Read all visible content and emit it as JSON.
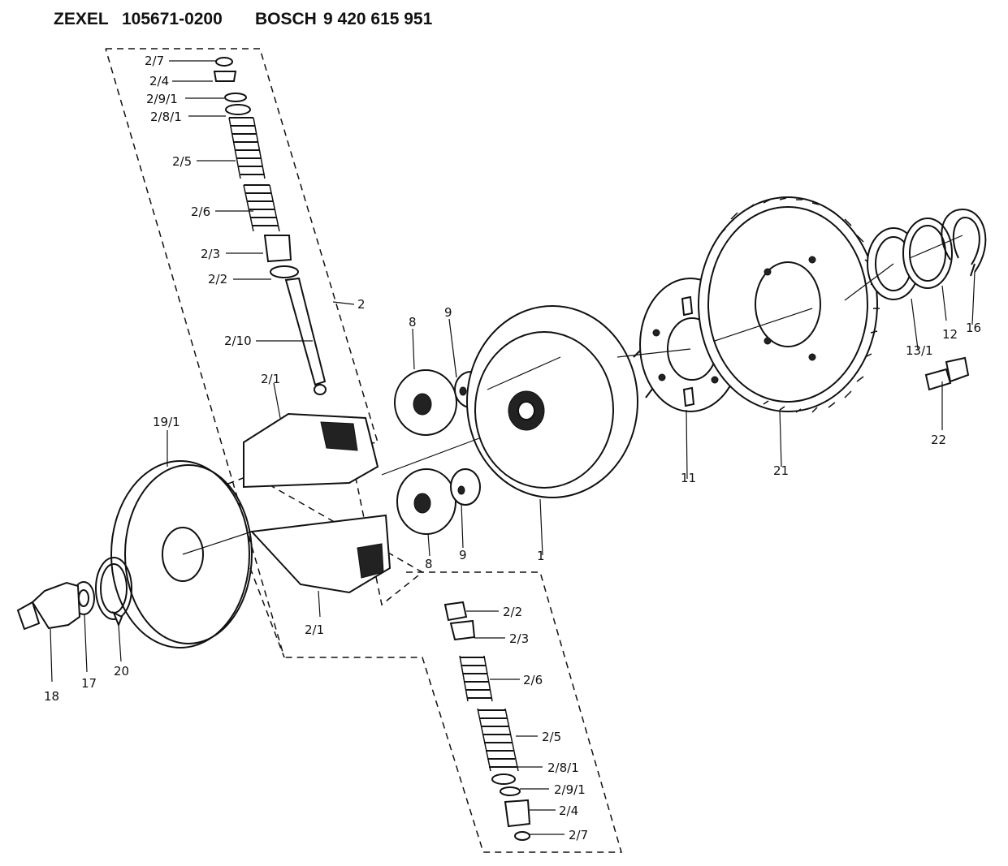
{
  "header": {
    "maker1": "ZEXEL",
    "part_no": "105671-0200",
    "maker2": "BOSCH",
    "bosch_no": "9 420 615 951"
  },
  "labels": {
    "l_2_7_top": "2/7",
    "l_2_4_top": "2/4",
    "l_2_9_1_top": "2/9/1",
    "l_2_8_1_top": "2/8/1",
    "l_2_5_top": "2/5",
    "l_2_6_top": "2/6",
    "l_2_3_top": "2/3",
    "l_2_2_top": "2/2",
    "l_2": "2",
    "l_2_10": "2/10",
    "l_2_1_top": "2/1",
    "l_19_1": "19/1",
    "l_8_top": "8",
    "l_9_top": "9",
    "l_8_bot": "8",
    "l_9_bot": "9",
    "l_1": "1",
    "l_11": "11",
    "l_21": "21",
    "l_13_1": "13/1",
    "l_12": "12",
    "l_16": "16",
    "l_22": "22",
    "l_2_1_bot": "2/1",
    "l_18": "18",
    "l_17": "17",
    "l_20": "20",
    "l_2_2_bot": "2/2",
    "l_2_3_bot": "2/3",
    "l_2_6_bot": "2/6",
    "l_2_5_bot": "2/5",
    "l_2_8_1_bot": "2/8/1",
    "l_2_9_1_bot": "2/9/1",
    "l_2_4_bot": "2/4",
    "l_2_7_bot": "2/7"
  }
}
